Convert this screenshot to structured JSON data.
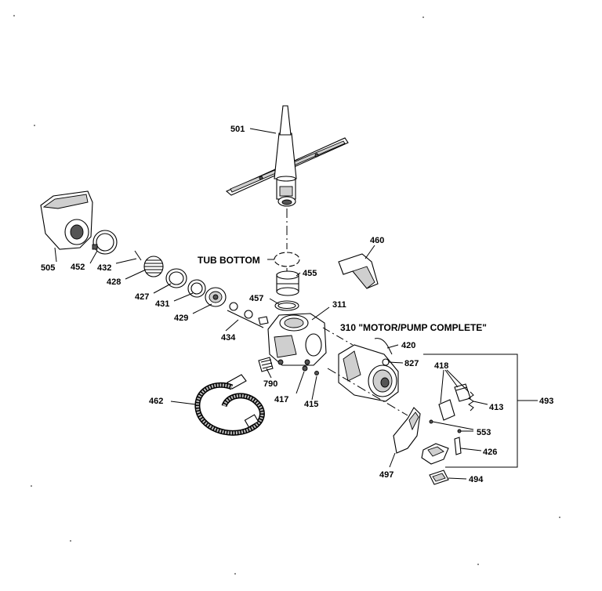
{
  "labels": {
    "l501": "501",
    "l505": "505",
    "l452": "452",
    "l432": "432",
    "l428": "428",
    "l427": "427",
    "l431": "431",
    "l429": "429",
    "l434": "434",
    "tub_bottom": "TUB BOTTOM",
    "l455": "455",
    "l457": "457",
    "l311": "311",
    "l460": "460",
    "motor_pump": "310 \"MOTOR/PUMP COMPLETE\"",
    "l420": "420",
    "l827": "827",
    "l790": "790",
    "l417": "417",
    "l415": "415",
    "l462": "462",
    "l418": "418",
    "l413": "413",
    "l553": "553",
    "l426": "426",
    "l493": "493",
    "l497": "497",
    "l494": "494"
  }
}
